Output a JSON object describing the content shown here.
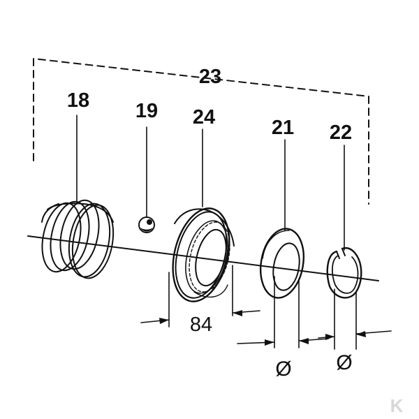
{
  "callouts": {
    "assembly": "23",
    "spring": "18",
    "ball": "19",
    "seal": "24",
    "washer": "21",
    "circlip": "22"
  },
  "dimensions": {
    "seal_width": "84",
    "washer_diameter": "Ø",
    "circlip_diameter": "Ø"
  },
  "watermark": "K",
  "colors": {
    "ink": "#111111",
    "background": "#ffffff",
    "watermark": "#d8d8d8"
  }
}
